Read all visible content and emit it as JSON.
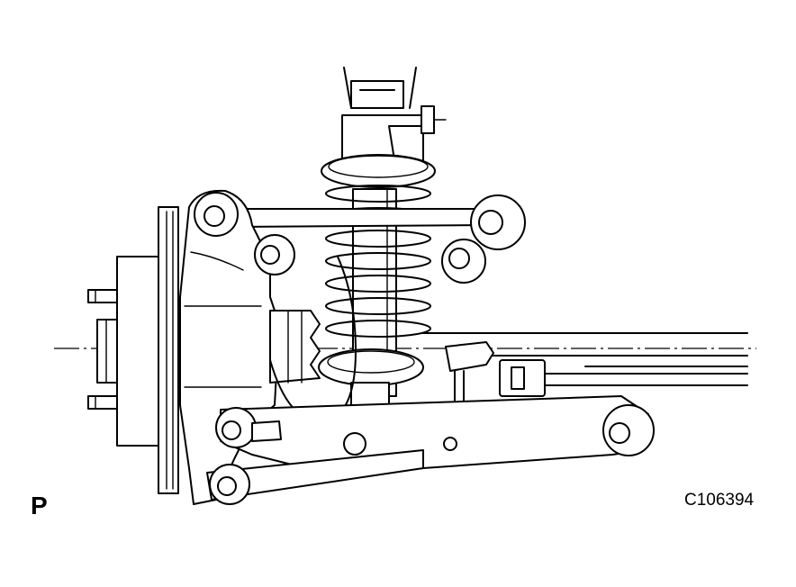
{
  "figure": {
    "view_label": "P",
    "figure_id": "C106394"
  },
  "colors": {
    "line": "#000000",
    "background": "#ffffff"
  },
  "parts": [
    "shock-absorber",
    "coil-spring",
    "spring-upper-seat",
    "spring-lower-seat",
    "wheel-hub",
    "brake-disc",
    "hub-bolts",
    "steering-knuckle",
    "drive-shaft-boot",
    "upper-arm",
    "lower-arm",
    "toe-control-arm",
    "brake-hose",
    "stabilizer-link"
  ]
}
